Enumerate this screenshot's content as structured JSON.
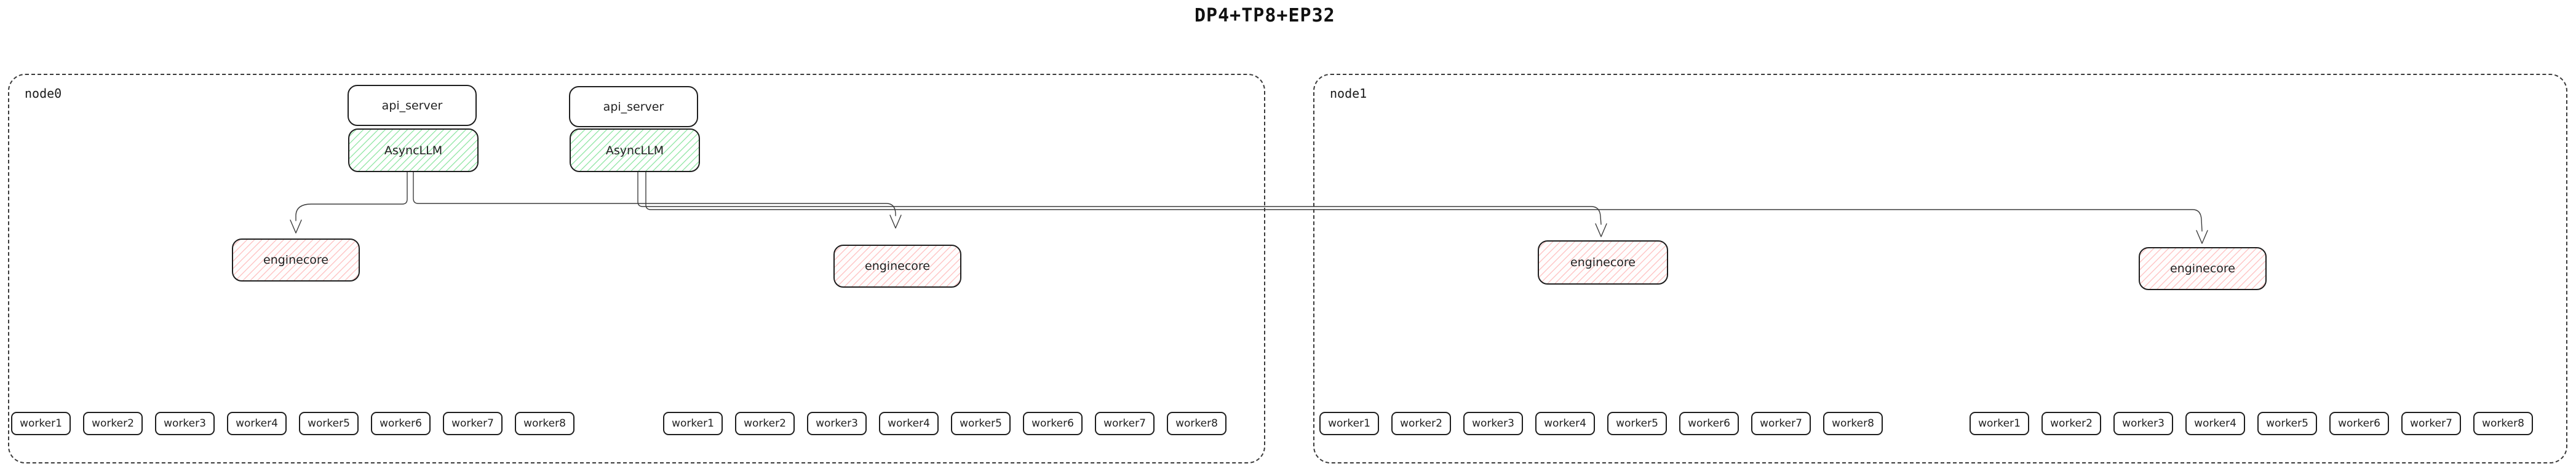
{
  "title": "DP4+TP8+EP32",
  "nodes": [
    {
      "label": "node0"
    },
    {
      "label": "node1"
    }
  ],
  "boxes": {
    "api_server": "api_server",
    "async_llm": "AsyncLLM",
    "enginecore": "enginecore"
  },
  "workers": [
    "worker1",
    "worker2",
    "worker3",
    "worker4",
    "worker5",
    "worker6",
    "worker7",
    "worker8"
  ],
  "colors": {
    "box_border": "#1e1e1e",
    "node_border": "#3a3a3a",
    "green_hatch": "#9ae8ac",
    "red_hatch": "#ffc6c6",
    "connector": "#3d3d3d"
  }
}
